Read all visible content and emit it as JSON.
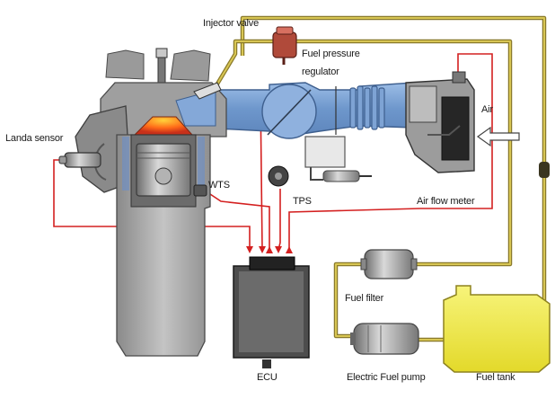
{
  "labels": {
    "injector_valve": "Injector valve",
    "fuel_pressure_regulator_line1": "Fuel pressure",
    "fuel_pressure_regulator_line2": "regulator",
    "lambda_sensor": "Landa sensor",
    "air": "Air",
    "wts": "WTS",
    "tps": "TPS",
    "air_flow_meter": "Air flow meter",
    "fuel_filter": "Fuel filter",
    "ecu": "ECU",
    "electric_fuel_pump": "Electric Fuel pump",
    "fuel_tank": "Fuel tank"
  },
  "colors": {
    "signal_wire": "#d42020",
    "fuel_line": "#b8a23a",
    "fuel_tank": "#f2ee3a",
    "intake_blue": "#7ba4d6",
    "engine_grey": "#a7a7a7"
  }
}
